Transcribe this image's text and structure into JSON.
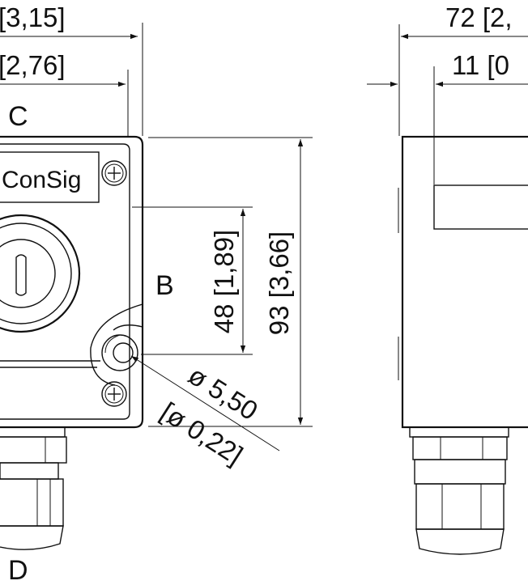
{
  "drawing": {
    "front_view": {
      "brand_label": "ConSig",
      "dim_top_1": "[3,15]",
      "dim_top_2": "[2,76]",
      "dim_height_inner": "48 [1,89]",
      "dim_height_total": "93 [3,66]",
      "hole_diameter_mm": "ø 5,50",
      "hole_diameter_in": "[ø 0,22]"
    },
    "side_view": {
      "dim_depth": "72 [2,",
      "dim_offset": "11 [0"
    },
    "callouts": {
      "b": "B",
      "c": "C",
      "d": "D"
    }
  }
}
